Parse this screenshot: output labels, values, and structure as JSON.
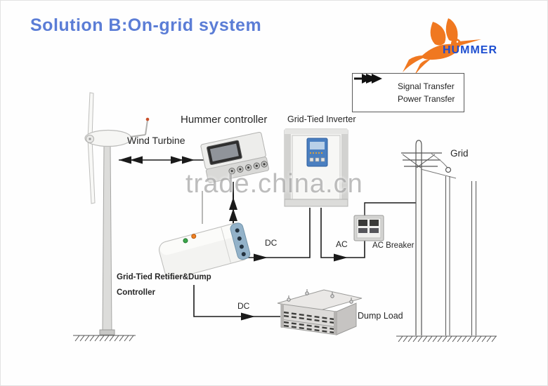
{
  "title": "Solution B:On-grid system",
  "logo": {
    "brand": "HUMMER"
  },
  "legend": {
    "signal_label": "Signal Transfer",
    "power_label": "Power Transfer"
  },
  "labels": {
    "wind_turbine": "Wind Turbine",
    "hummer_controller": "Hummer controller",
    "grid_tied_inverter": "Grid-Tied Inverter",
    "grid": "Grid",
    "ac_breaker": "AC Breaker",
    "rectifier_line1": "Grid-Tied Retifier&Dump",
    "rectifier_line2": "Controller",
    "dump_load": "Dump Load"
  },
  "wire_labels": {
    "rectifier_to_inverter": "DC",
    "inverter_to_breaker": "AC",
    "rectifier_to_dump_load": "DC"
  },
  "watermark": "trade.china.cn",
  "colors": {
    "title_blue": "#5b7dd6",
    "brand_text_blue": "#1d4ed0",
    "brand_bird_orange": "#f07820",
    "diagram_line": "#1a1a1a",
    "watermark_gray": "#949494",
    "inverter_panel_blue": "#4a7fc0",
    "rectifier_port_blue": "#93b2c9"
  }
}
